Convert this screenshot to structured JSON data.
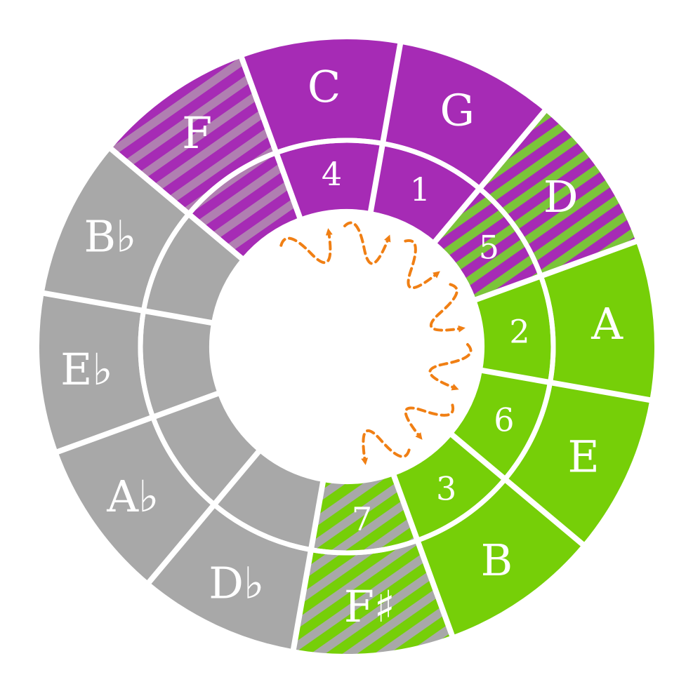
{
  "diagram": {
    "colors": {
      "purple": "#a62bb5",
      "green": "#76cf08",
      "gray": "#a8a8a8",
      "purple_stripe": "#b07fb1",
      "green_stripe": "#7bc43a",
      "arrow": "#f07f14",
      "separator": "#ffffff"
    },
    "segments": [
      {
        "note": "C",
        "degree": "4",
        "fill": "purple",
        "pattern": "none"
      },
      {
        "note": "G",
        "degree": "1",
        "fill": "purple",
        "pattern": "none"
      },
      {
        "note": "D",
        "degree": "5",
        "fill": "purple",
        "pattern": "stripes-green"
      },
      {
        "note": "A",
        "degree": "2",
        "fill": "green",
        "pattern": "none"
      },
      {
        "note": "E",
        "degree": "6",
        "fill": "green",
        "pattern": "none"
      },
      {
        "note": "B",
        "degree": "3",
        "fill": "green",
        "pattern": "none"
      },
      {
        "note": "F♯",
        "degree": "7",
        "fill": "green",
        "pattern": "stripes-gray"
      },
      {
        "note": "D♭",
        "degree": "",
        "fill": "gray",
        "pattern": "none"
      },
      {
        "note": "A♭",
        "degree": "",
        "fill": "gray",
        "pattern": "none"
      },
      {
        "note": "E♭",
        "degree": "",
        "fill": "gray",
        "pattern": "none"
      },
      {
        "note": "B♭",
        "degree": "",
        "fill": "gray",
        "pattern": "none"
      },
      {
        "note": "F",
        "degree": "",
        "fill": "purple",
        "pattern": "stripes-gray"
      }
    ],
    "arrow_path_degrees": [
      "4",
      "1",
      "5",
      "2",
      "6",
      "3",
      "7"
    ]
  }
}
